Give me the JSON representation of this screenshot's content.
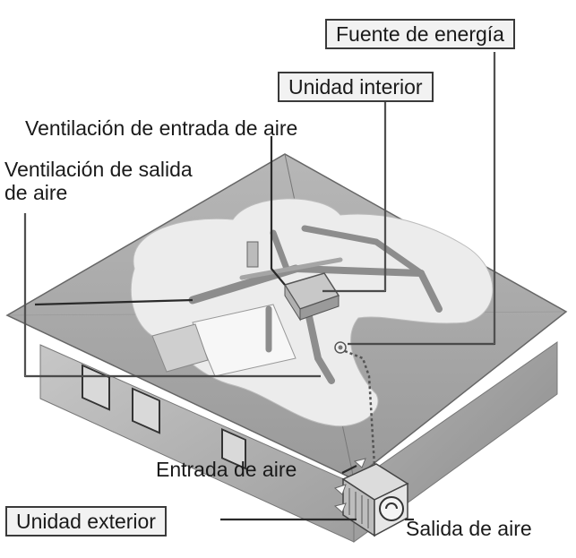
{
  "labels": {
    "power_source": "Fuente de energía",
    "indoor_unit": "Unidad interior",
    "supply_vent": "Ventilación de entrada de aire",
    "return_vent_line1": "Ventilación de salida",
    "return_vent_line2": "de aire",
    "air_inlet": "Entrada de aire",
    "outdoor_unit": "Unidad exterior",
    "air_outlet": "Salida de aire"
  },
  "colors": {
    "roof": "#a9a9a9",
    "wall": "#b9b9b9",
    "attic_floor": "#ececec",
    "duct": "#8d8d8d",
    "leader": "#2a2a2a"
  }
}
